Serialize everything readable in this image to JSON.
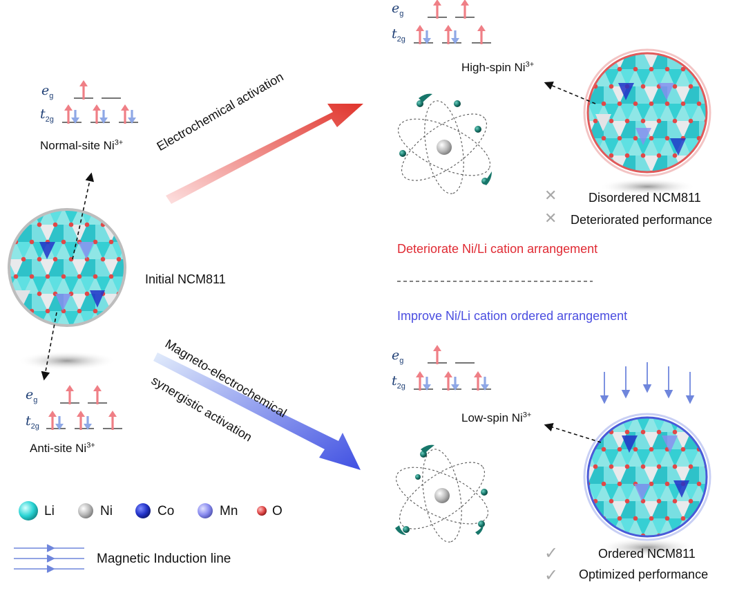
{
  "orbitals": {
    "eg": "e",
    "eg_sub": "g",
    "t2g": "t",
    "t2g_sub": "2g"
  },
  "states": {
    "normal": {
      "label": "Normal-site Ni",
      "sup": "3+"
    },
    "anti": {
      "label": "Anti-site Ni",
      "sup": "3+"
    },
    "high": {
      "label": "High-spin Ni",
      "sup": "3+"
    },
    "low": {
      "label": "Low-spin Ni",
      "sup": "3+"
    }
  },
  "initial_label": "Initial NCM811",
  "arrows": {
    "electrochemical": "Electrochemical activation",
    "magneto_line1": "Magneto-electrochemical",
    "magneto_line2": "synergistic activation"
  },
  "top_right": {
    "line1": "Disordered NCM811",
    "line2": "Deteriorated performance",
    "marker": "✕"
  },
  "bottom_right": {
    "line1": "Ordered NCM811",
    "line2": "Optimized performance",
    "marker": "✓"
  },
  "center": {
    "deteriorate": "Deteriorate Ni/Li cation arrangement",
    "improve": "Improve Ni/Li cation ordered arrangement"
  },
  "legend": {
    "items": [
      {
        "label": "Li",
        "color": "#2ad4d4"
      },
      {
        "label": "Ni",
        "color": "#b9b9b9"
      },
      {
        "label": "Co",
        "color": "#2232c8"
      },
      {
        "label": "Mn",
        "color": "#8a8cf0"
      },
      {
        "label": "O",
        "color": "#e04848"
      }
    ],
    "magnetic": "Magnetic Induction line"
  },
  "colors": {
    "spin_up": "#ef7f86",
    "spin_down": "#8fa8e6",
    "red_text": "#e02a33",
    "blue_text": "#4a4de0",
    "atom_teal": "#17766a"
  }
}
